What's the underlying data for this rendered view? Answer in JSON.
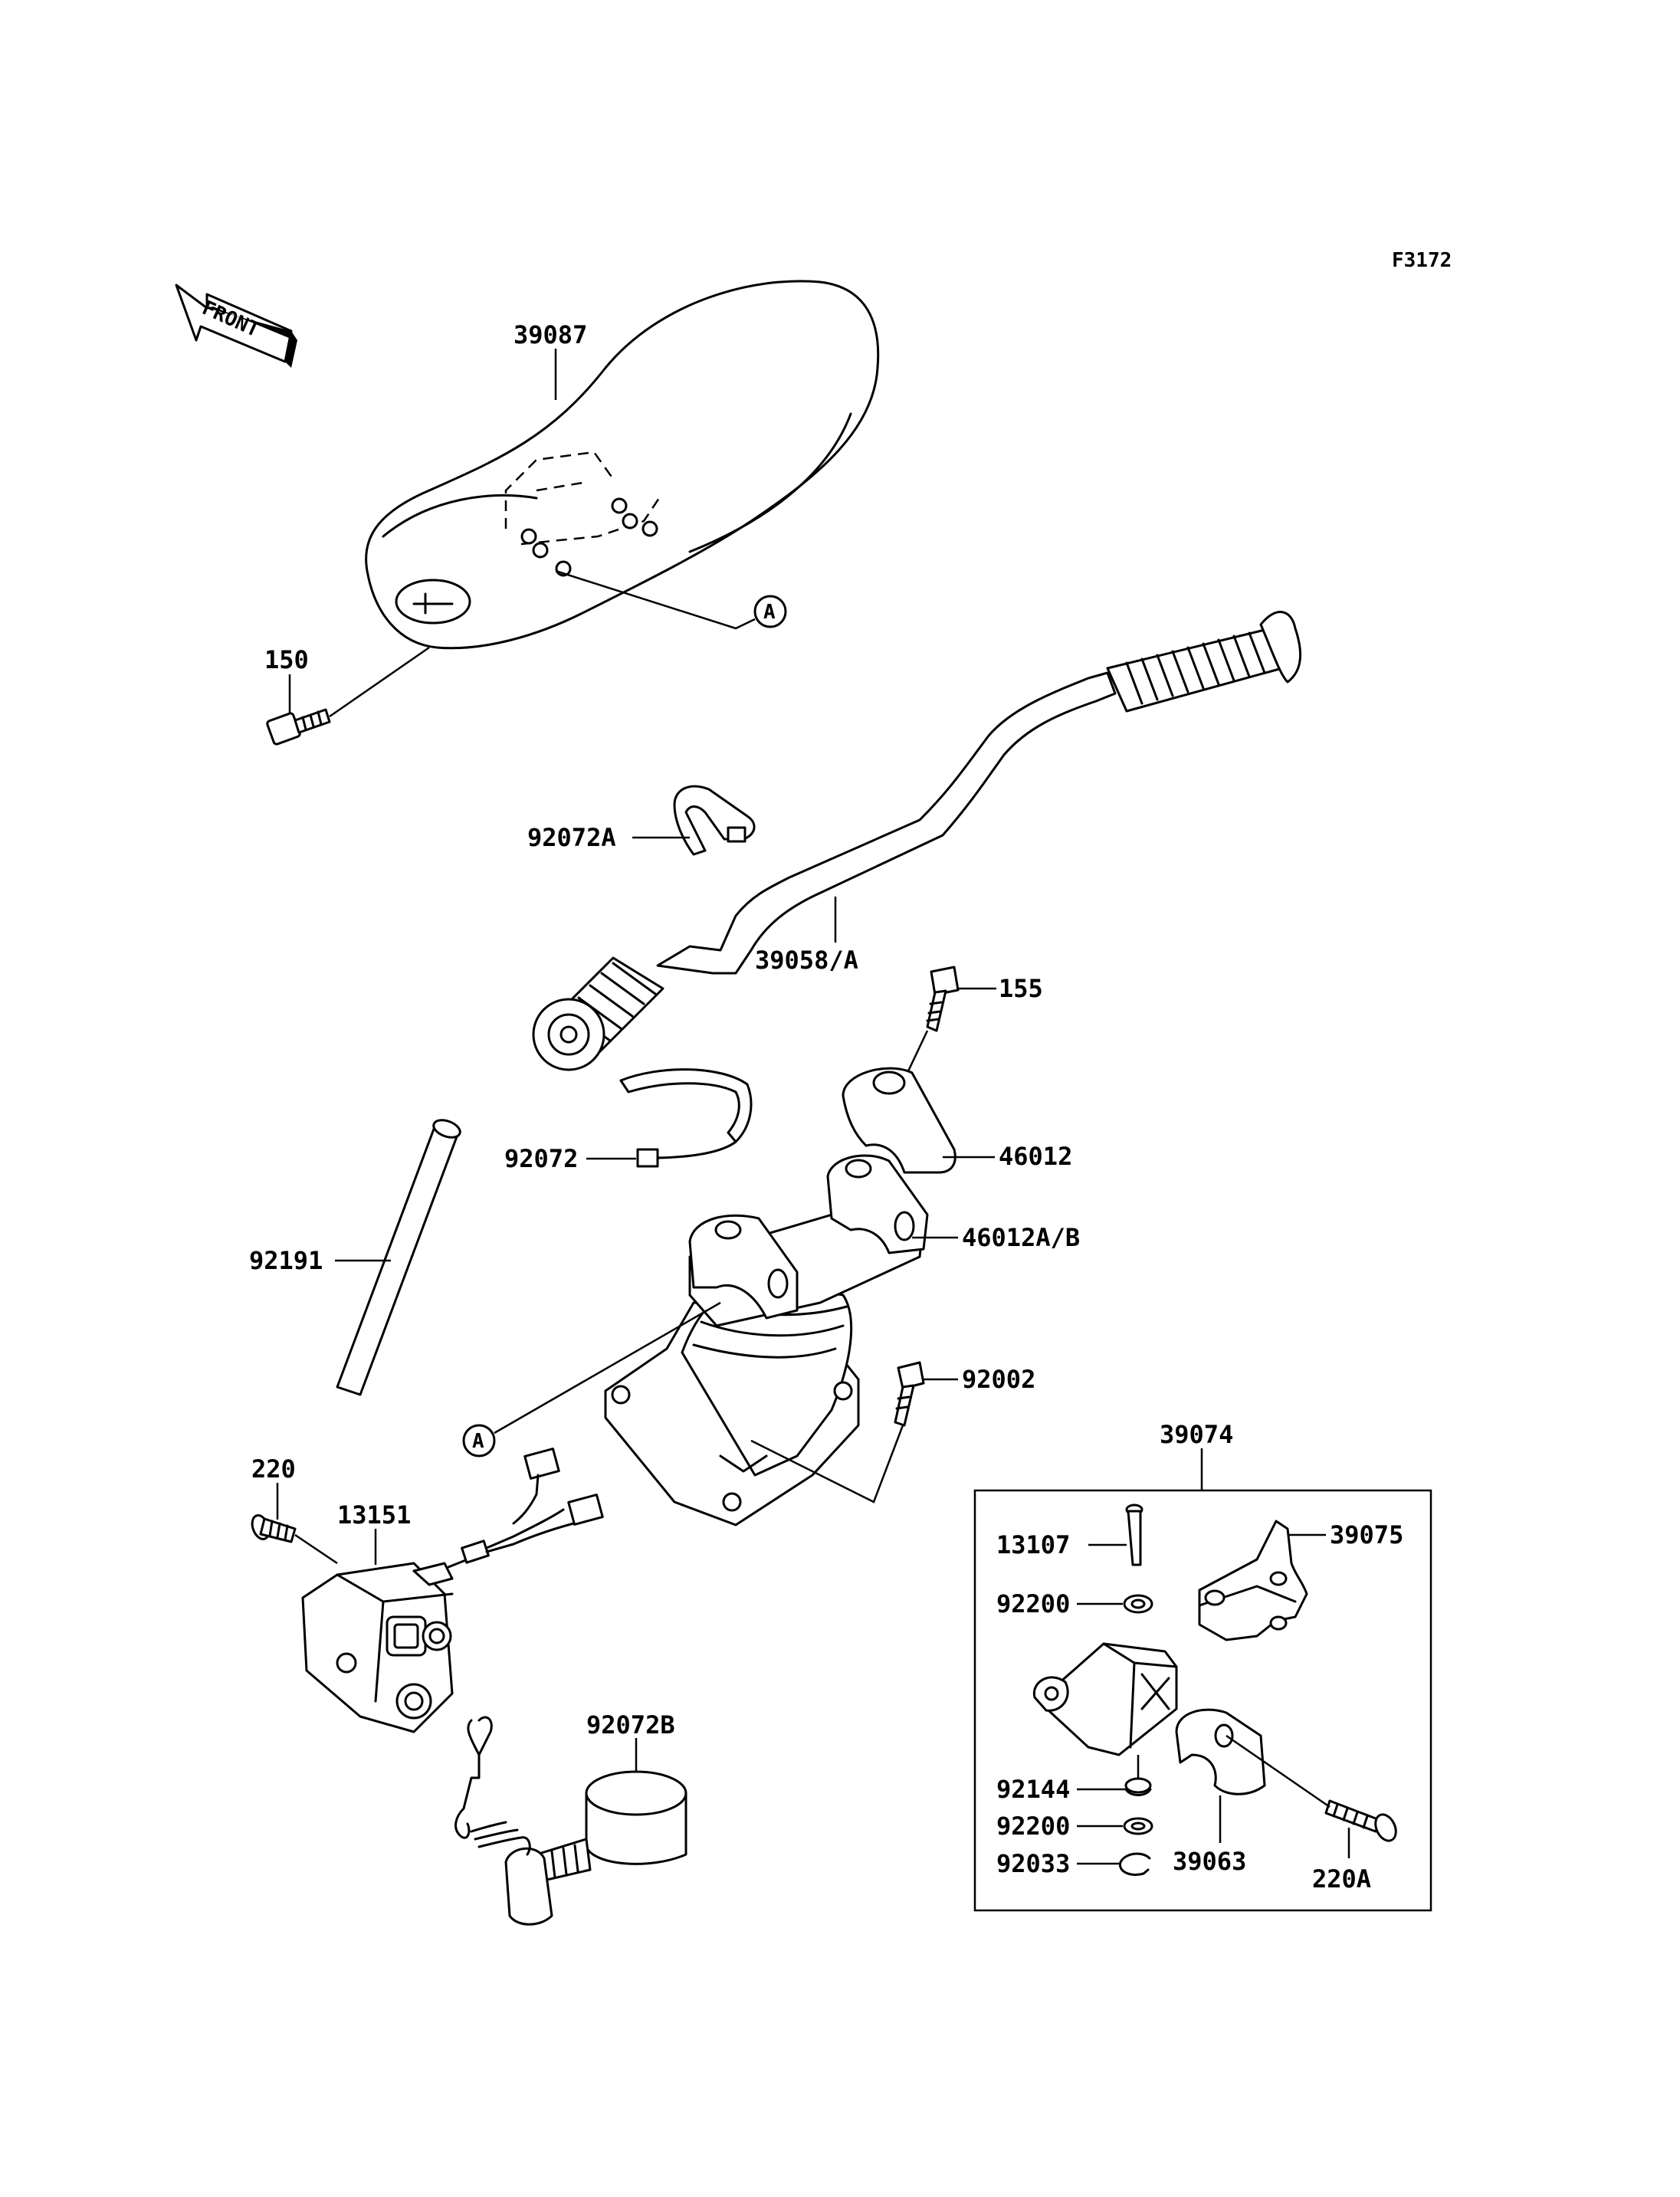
{
  "figure_code": "F3172",
  "front_label": "FRONT",
  "ref_marker": "A",
  "parts": {
    "p39087": "39087",
    "p150": "150",
    "p92072A": "92072A",
    "p39058A": "39058/A",
    "p155": "155",
    "p46012": "46012",
    "p92072": "92072",
    "p46012AB": "46012A/B",
    "p92191": "92191",
    "p92002": "92002",
    "p220": "220",
    "p13151": "13151",
    "p92072B": "92072B",
    "p39074": "39074",
    "p13107": "13107",
    "p39075": "39075",
    "p92200a": "92200",
    "p92144": "92144",
    "p92200b": "92200",
    "p92033": "92033",
    "p39063": "39063",
    "p220A": "220A"
  }
}
